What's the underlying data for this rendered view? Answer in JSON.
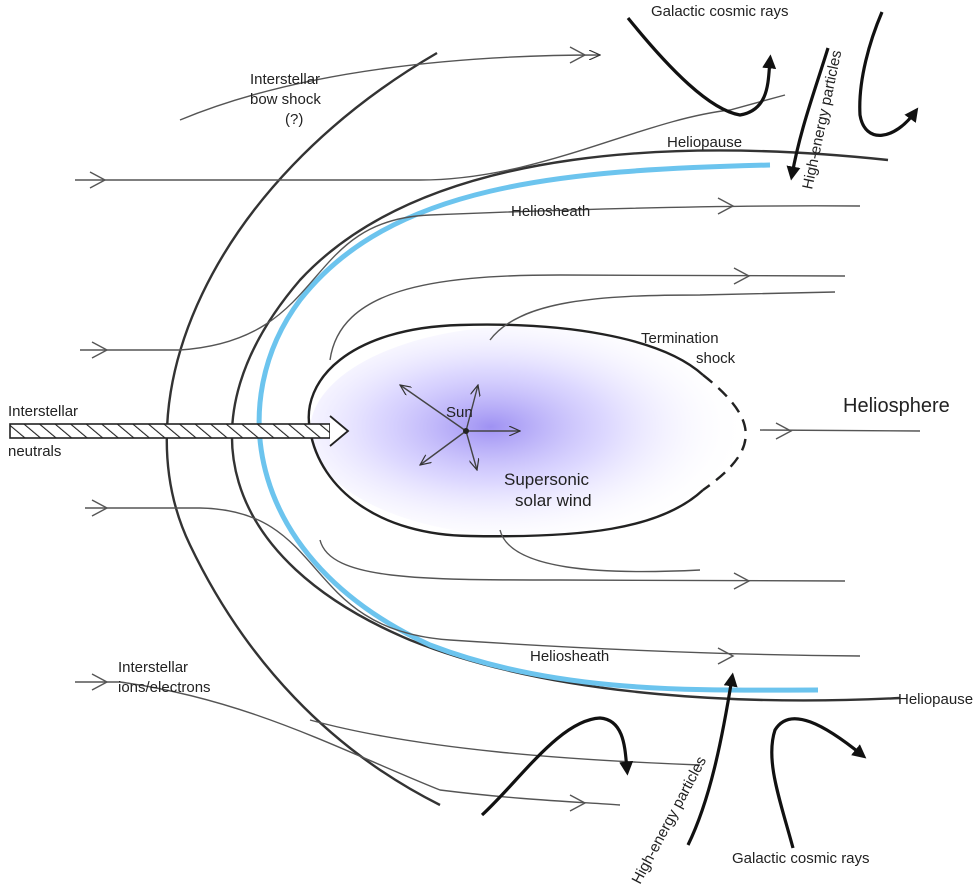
{
  "labels": {
    "galactic_top": "Galactic cosmic rays",
    "high_energy_top": "High-energy particles",
    "bow_shock_1": "Interstellar",
    "bow_shock_2": "bow shock",
    "bow_shock_3": "(?)",
    "heliopause_top": "Heliopause",
    "heliosheath_top": "Heliosheath",
    "termination_1": "Termination",
    "termination_2": "shock",
    "heliosphere": "Heliosphere",
    "sun": "Sun",
    "supersonic_1": "Supersonic",
    "supersonic_2": "solar wind",
    "neutrals_1": "Interstellar",
    "neutrals_2": "neutrals",
    "heliosheath_bottom": "Heliosheath",
    "ions_1": "Interstellar",
    "ions_2": "ions/electrons",
    "heliopause_bottom": "Heliopause",
    "high_energy_bottom": "High-energy particles",
    "galactic_bottom": "Galactic cosmic rays"
  },
  "colors": {
    "line": "#333333",
    "highlight": "#6cc4ee",
    "sun_glow": "#9a8cf2"
  }
}
